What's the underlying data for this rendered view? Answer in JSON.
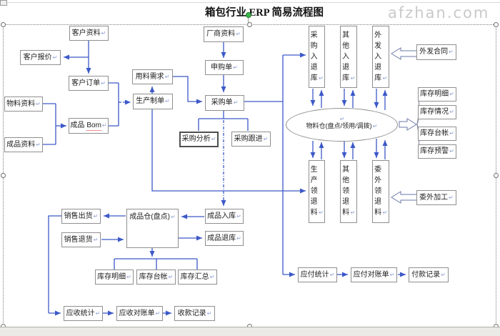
{
  "title": "箱包行业 ERP 简易流程图",
  "watermark": "afzhan.com",
  "paragraph_mark": "↵",
  "colors": {
    "connector_blue": "#3c59c8",
    "rotate_handle_green": "#3cb44b",
    "box_border_gray": "#8f8f8f"
  },
  "diagram": {
    "nodes": [
      {
        "id": "customer_data",
        "label": "客户资料"
      },
      {
        "id": "customer_quote",
        "label": "客户报价"
      },
      {
        "id": "customer_order",
        "label": "客户订单"
      },
      {
        "id": "material_data",
        "label": "物料资料"
      },
      {
        "id": "finished_data",
        "label": "成品资料"
      },
      {
        "id": "bom",
        "label": "成品",
        "label_en": "Bom"
      },
      {
        "id": "material_req",
        "label": "用料需求"
      },
      {
        "id": "production_order",
        "label": "生产制单"
      },
      {
        "id": "vendor_data",
        "label": "厂商资料"
      },
      {
        "id": "requisition",
        "label": "申购单"
      },
      {
        "id": "purchase_order",
        "label": "采购单"
      },
      {
        "id": "purchase_analysis",
        "label": "采购分析"
      },
      {
        "id": "purchase_follow",
        "label": "采购跟进"
      },
      {
        "id": "purchase_io",
        "label": "采购入退库"
      },
      {
        "id": "other_io",
        "label": "其他入退库"
      },
      {
        "id": "outsource_io",
        "label": "外发入退库"
      },
      {
        "id": "outsource_contract",
        "label": "外发合同"
      },
      {
        "id": "material_wh",
        "label": "物料仓(盘点/领用/调拨)"
      },
      {
        "id": "inv_detail_r",
        "label": "库存明细"
      },
      {
        "id": "inv_status_r",
        "label": "库存情况"
      },
      {
        "id": "inv_ledger_r",
        "label": "库存台帐"
      },
      {
        "id": "inv_alert_r",
        "label": "库存预警"
      },
      {
        "id": "prod_mat",
        "label": "生产领退料"
      },
      {
        "id": "other_mat",
        "label": "其他领退料"
      },
      {
        "id": "outsource_mat",
        "label": "委外领退料"
      },
      {
        "id": "outsource_proc",
        "label": "委外加工"
      },
      {
        "id": "sales_ship",
        "label": "销售出货"
      },
      {
        "id": "sales_return",
        "label": "销售退货"
      },
      {
        "id": "finished_wh",
        "label": "成品仓(盘点)"
      },
      {
        "id": "finished_in",
        "label": "成品入库"
      },
      {
        "id": "finished_out",
        "label": "成品退库"
      },
      {
        "id": "inv_detail_b",
        "label": "库存明细"
      },
      {
        "id": "inv_ledger_b",
        "label": "库存台帐"
      },
      {
        "id": "inv_sum_b",
        "label": "库存汇总"
      },
      {
        "id": "ar_stats",
        "label": "应收统计"
      },
      {
        "id": "ar_statement",
        "label": "应收对账单"
      },
      {
        "id": "receipt_rec",
        "label": "收款记录"
      },
      {
        "id": "ap_stats",
        "label": "应付统计"
      },
      {
        "id": "ap_statement",
        "label": "应付对账单"
      },
      {
        "id": "payment_rec",
        "label": "付款记录"
      }
    ]
  }
}
